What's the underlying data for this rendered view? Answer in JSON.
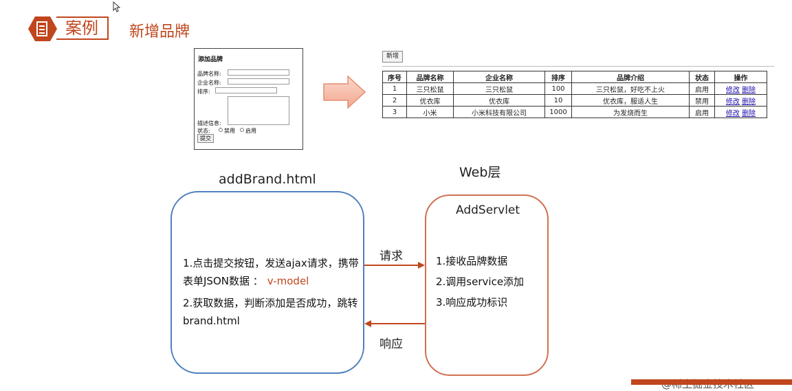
{
  "header": {
    "case_label": "案例",
    "title": "新增品牌"
  },
  "form": {
    "title": "添加品牌",
    "brand_name_label": "品牌名称:",
    "company_name_label": "企业名称:",
    "order_label": "排序:",
    "description_label": "描述信息:",
    "status_label": "状态:",
    "disabled_option": "禁用",
    "enabled_option": "启用",
    "submit_label": "提交"
  },
  "table_view": {
    "add_button": "新增",
    "headers": [
      "序号",
      "品牌名称",
      "企业名称",
      "排序",
      "品牌介绍",
      "状态",
      "操作"
    ],
    "rows": [
      {
        "index": "1",
        "brand": "三只松鼠",
        "company": "三只松鼠",
        "order": "100",
        "intro": "三只松鼠，好吃不上火",
        "status": "启用"
      },
      {
        "index": "2",
        "brand": "优衣库",
        "company": "优衣库",
        "order": "10",
        "intro": "优衣库，服适人生",
        "status": "禁用"
      },
      {
        "index": "3",
        "brand": "小米",
        "company": "小米科技有限公司",
        "order": "1000",
        "intro": "为发烧而生",
        "status": "启用"
      }
    ],
    "edit_link": "修改",
    "delete_link": "删除"
  },
  "diagram": {
    "left_title": "addBrand.html",
    "right_title": "Web层",
    "servlet_name": "AddServlet",
    "left_step1_a": "1.点击提交按钮，发送ajax请求，携带",
    "left_step1_b": "表单JSON数据 ：",
    "left_step1_vmodel": "v-model",
    "left_step2_a": "2.获取数据，判断添加是否成功，跳转",
    "left_step2_b": "brand.html",
    "right_step1": "1.接收品牌数据",
    "right_step2": "2.调用service添加",
    "right_step3": "3.响应成功标识",
    "request_label": "请求",
    "response_label": "响应"
  },
  "watermark": "@稀土掘金技术社区",
  "colors": {
    "accent": "#c0461d",
    "left_box": "#4f7fc0",
    "right_box": "#d07050",
    "arrow": "#c0461d",
    "big_arrow_fill": "#f6c2b0"
  }
}
